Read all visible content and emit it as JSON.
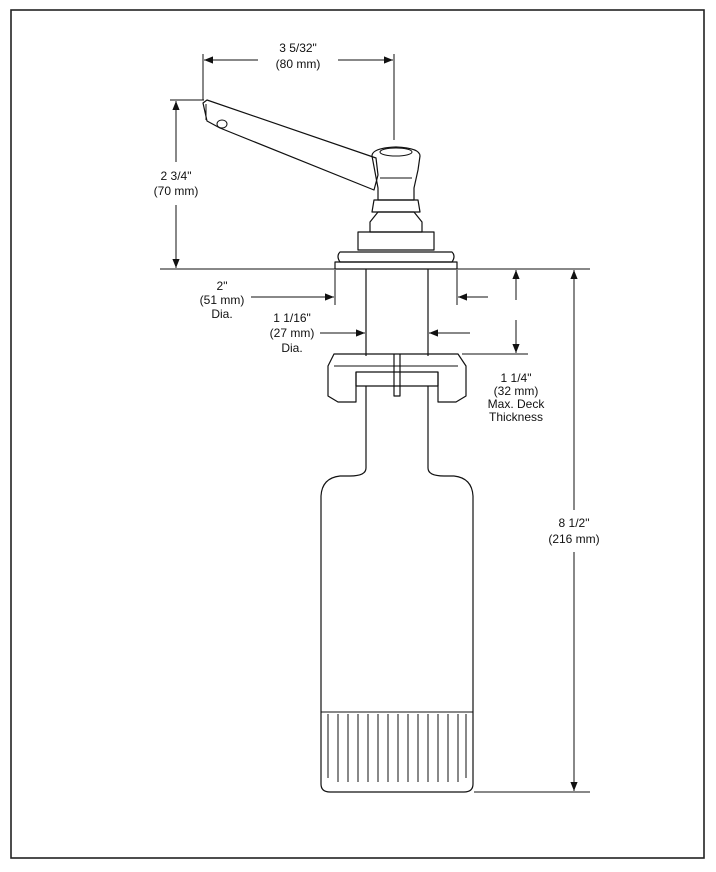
{
  "dimensions": {
    "spout_reach": {
      "imperial": "3 5/32\"",
      "metric": "(80 mm)"
    },
    "spout_height": {
      "imperial": "2 3/4\"",
      "metric": "(70 mm)"
    },
    "flange_diameter": {
      "imperial": "2\"",
      "metric": "(51 mm)",
      "note": "Dia."
    },
    "shank_diameter": {
      "imperial": "1 1/16\"",
      "metric": "(27 mm)",
      "note": "Dia."
    },
    "deck_thickness": {
      "imperial": "1 1/4\"",
      "metric": "(32 mm)",
      "note1": "Max. Deck",
      "note2": "Thickness"
    },
    "overall_height": {
      "imperial": "8 1/2\"",
      "metric": "(216 mm)"
    }
  }
}
